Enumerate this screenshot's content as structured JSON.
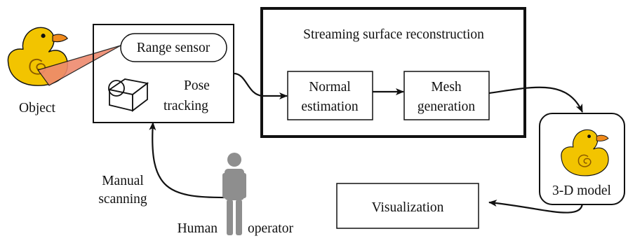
{
  "object": {
    "label": "Object"
  },
  "sensor_box": {
    "range_sensor": "Range sensor",
    "pose_line1": "Pose",
    "pose_line2": "tracking"
  },
  "reconstruction": {
    "title": "Streaming surface reconstruction",
    "normal_line1": "Normal",
    "normal_line2": "estimation",
    "mesh_line1": "Mesh",
    "mesh_line2": "generation"
  },
  "model": {
    "label": "3-D model"
  },
  "visualization": {
    "label": "Visualization"
  },
  "manual": {
    "line1": "Manual",
    "line2": "scanning"
  },
  "operator": {
    "left": "Human",
    "right": "operator"
  },
  "colors": {
    "duck_body": "#F2C400",
    "duck_beak": "#F08A1C",
    "sensor_beam": "#EE8A6E",
    "human_figure": "#8E8E8E",
    "stroke": "#111111"
  }
}
